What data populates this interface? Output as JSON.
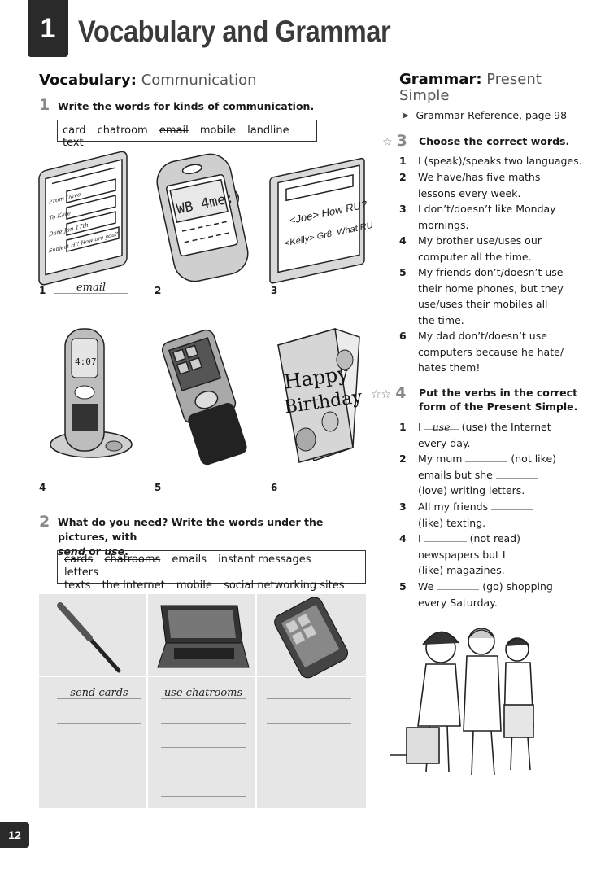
{
  "header": {
    "unit_number": "1",
    "title": "Vocabulary and Grammar"
  },
  "vocabulary": {
    "heading_bold": "Vocabulary:",
    "heading_light": "Communication",
    "ex1": {
      "number": "1",
      "instruction": "Write the words for kinds of communication.",
      "words": [
        "card",
        "chatroom",
        "email",
        "mobile",
        "landline",
        "text"
      ],
      "struck_word": "email",
      "items": [
        {
          "n": "1",
          "answer": "email"
        },
        {
          "n": "2",
          "answer": ""
        },
        {
          "n": "3",
          "answer": ""
        },
        {
          "n": "4",
          "answer": ""
        },
        {
          "n": "5",
          "answer": ""
        },
        {
          "n": "6",
          "answer": ""
        }
      ],
      "pic1_lines": [
        "From Dave",
        "To Kate",
        "Date Jan 17th",
        "Subject Hi! How are you?"
      ],
      "pic2_text": "WB 4me:)",
      "pic3_lines": [
        "<Joe> How RU?",
        "<Kelly> Gr8. What RU"
      ],
      "pic4_text": "4:07",
      "pic6_text": [
        "Happy",
        "Birthday"
      ]
    },
    "ex2": {
      "number": "2",
      "instruction_a": "What do you need? Write the words under the pictures, with",
      "instruction_send": "send",
      "instruction_or": "or",
      "instruction_use": "use",
      "instruction_end": ".",
      "words_row1": [
        "cards",
        "chatrooms",
        "emails",
        "instant messages",
        "letters"
      ],
      "words_row2": [
        "texts",
        "the Internet",
        "mobile",
        "social networking sites"
      ],
      "col1_answer": "send cards",
      "col2_answer": "use chatrooms"
    }
  },
  "grammar": {
    "heading_bold": "Grammar:",
    "heading_light_1": "Present",
    "heading_light_2": "Simple",
    "reference": "Grammar Reference, page 98",
    "ex3": {
      "number": "3",
      "instruction": "Choose the correct words.",
      "items": [
        {
          "n": "1",
          "lines": [
            "I (speak)/speaks two languages."
          ]
        },
        {
          "n": "2",
          "lines": [
            "We have/has five maths",
            "lessons every week."
          ]
        },
        {
          "n": "3",
          "lines": [
            "I don’t/doesn’t like Monday",
            "mornings."
          ]
        },
        {
          "n": "4",
          "lines": [
            "My brother use/uses our",
            "computer all the time."
          ]
        },
        {
          "n": "5",
          "lines": [
            "My friends don’t/doesn’t use",
            "their home phones, but they",
            "use/uses their mobiles all",
            "the time."
          ]
        },
        {
          "n": "6",
          "lines": [
            "My dad don’t/doesn’t use",
            "computers because he hate/",
            "hates them!"
          ]
        }
      ]
    },
    "ex4": {
      "number": "4",
      "instruction_1": "Put the verbs in the correct",
      "instruction_2": "form of the Present Simple.",
      "example_answer": "use",
      "items": [
        {
          "n": "1",
          "lines": [
            "I ___ (use) the Internet",
            "every day."
          ]
        },
        {
          "n": "2",
          "lines": [
            "My mum ___ (not like)",
            "emails but she ___",
            "(love) writing letters."
          ]
        },
        {
          "n": "3",
          "lines": [
            "All my friends ___",
            "(like) texting."
          ]
        },
        {
          "n": "4",
          "lines": [
            "I ___ (not read)",
            "newspapers but I ___",
            "(like) magazines."
          ]
        },
        {
          "n": "5",
          "lines": [
            "We ___ (go) shopping",
            "every Saturday."
          ]
        }
      ]
    }
  },
  "footer": {
    "page_number": "12"
  }
}
